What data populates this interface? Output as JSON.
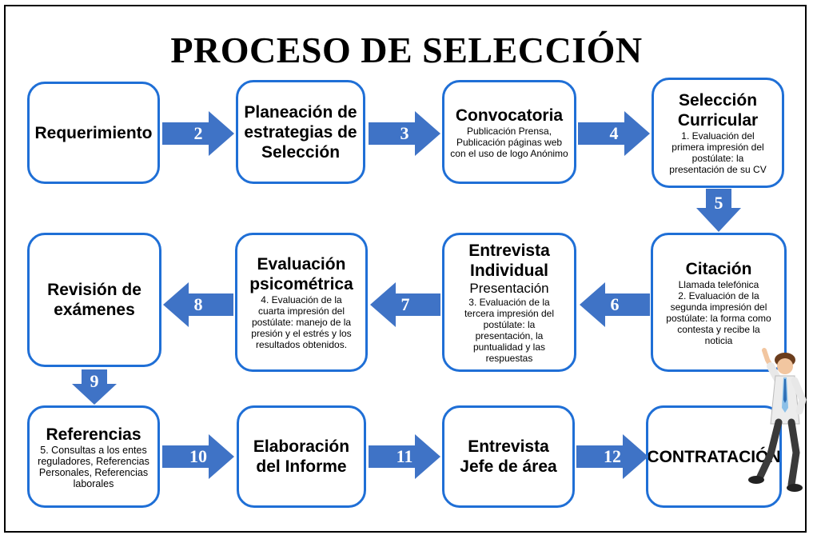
{
  "title": "PROCESO DE SELECCIÓN",
  "colors": {
    "box_border": "#1f6fd6",
    "arrow_fill": "#3f73c6"
  },
  "steps": {
    "requerimiento": {
      "title": "Requerimiento"
    },
    "planeacion": {
      "title": "Planeación de estrategias de Selección"
    },
    "convocatoria": {
      "title": "Convocatoria",
      "detail": "Publicación Prensa, Publicación páginas web con el uso de logo Anónimo"
    },
    "seleccion": {
      "title": "Selección Curricular",
      "detail": "1.  Evaluación del primera impresión del postúlate: la presentación de su CV"
    },
    "citacion": {
      "title": "Citación",
      "detail1": "Llamada telefónica",
      "detail2": "2.  Evaluación de la segunda impresión del postúlate: la forma como contesta y recibe la noticia"
    },
    "entrevista": {
      "title": "Entrevista Individual",
      "subtitle": "Presentación",
      "detail": "3.  Evaluación de la tercera impresión del postúlate: la presentación, la puntualidad  y las respuestas"
    },
    "psicometrica": {
      "title": "Evaluación psicométrica",
      "detail": "4.  Evaluación de la cuarta impresión del postúlate: manejo de la presión y el estrés y los resultados obtenidos."
    },
    "revision": {
      "title": "Revisión de exámenes"
    },
    "referencias": {
      "title": "Referencias",
      "detail": "5.  Consultas a los entes reguladores, Referencias Personales, Referencias laborales"
    },
    "elaboracion": {
      "title": "Elaboración del Informe"
    },
    "entrevista_jefe": {
      "title": "Entrevista Jefe de área"
    },
    "contratacion": {
      "title": "CONTRATACIÓN"
    }
  },
  "arrows": [
    "2",
    "3",
    "4",
    "5",
    "6",
    "7",
    "8",
    "9",
    "10",
    "11",
    "12"
  ],
  "figure": {
    "icon": "running-man-figure"
  }
}
